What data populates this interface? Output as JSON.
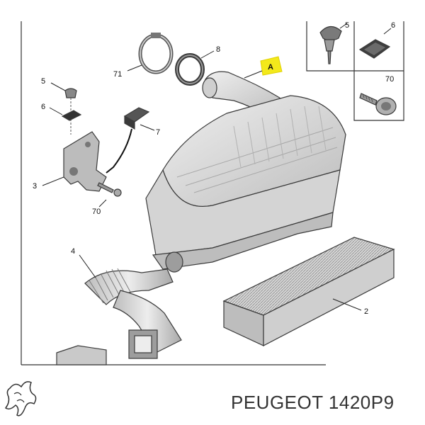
{
  "callouts": {
    "ref_a": "A",
    "part_2": "2",
    "part_3": "3",
    "part_4": "4",
    "part_5": "5",
    "part_6": "6",
    "part_7": "7",
    "part_8": "8",
    "part_70": "70",
    "part_71": "71",
    "inset_5": "5",
    "inset_6": "6",
    "inset_70": "70"
  },
  "brand": {
    "name": "PEUGEOT",
    "part_number": "1420P9",
    "logo": "lion-logo-icon"
  },
  "colors": {
    "highlight": "#f3e91b",
    "housing": "#d9d9d9",
    "text": "#333333"
  }
}
